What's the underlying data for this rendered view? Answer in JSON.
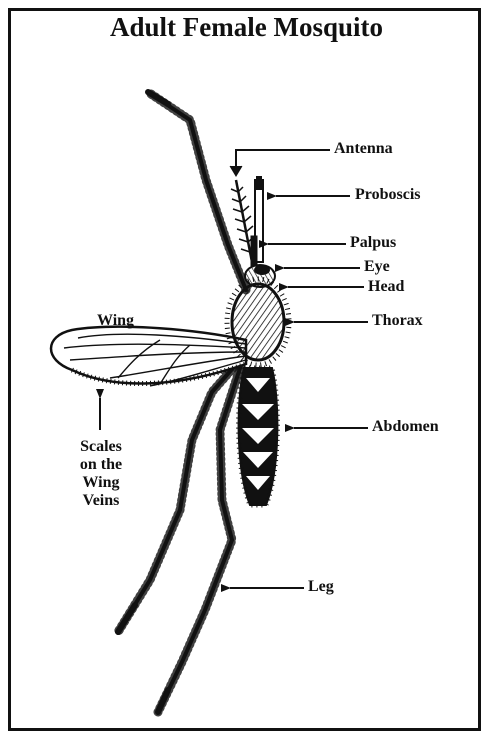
{
  "title": "Adult Female Mosquito",
  "labels": {
    "antenna": "Antenna",
    "proboscis": "Proboscis",
    "palpus": "Palpus",
    "eye": "Eye",
    "head": "Head",
    "thorax": "Thorax",
    "wing": "Wing",
    "abdomen": "Abdomen",
    "scales_line1": "Scales",
    "scales_line2": "on the",
    "scales_line3": "Wing",
    "scales_line4": "Veins",
    "leg": "Leg"
  },
  "colors": {
    "ink": "#111111",
    "background": "#ffffff"
  }
}
